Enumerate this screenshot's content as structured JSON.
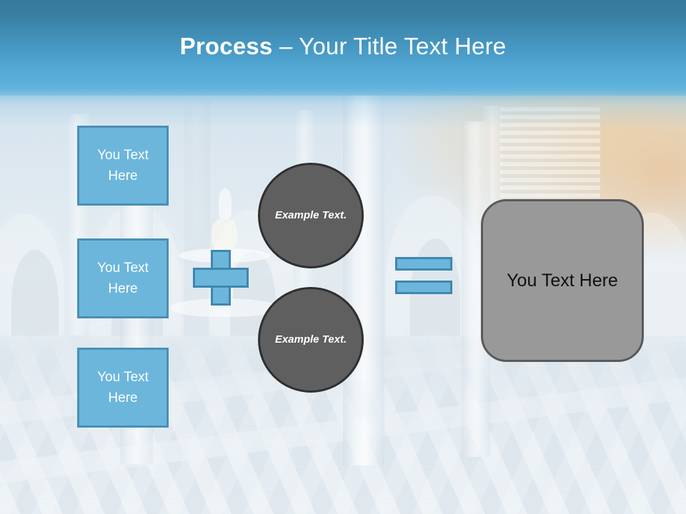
{
  "slide": {
    "title": {
      "bold_part": "Process",
      "regular_part": " – Your Title Text Here"
    }
  },
  "inputs": {
    "boxes": [
      {
        "label": "You Text Here"
      },
      {
        "label": "You Text Here"
      },
      {
        "label": "You Text Here"
      }
    ]
  },
  "operators": {
    "plus": "+",
    "equals": "="
  },
  "middle": {
    "circles": [
      {
        "label": "Example Text."
      },
      {
        "label": "Example Text."
      }
    ]
  },
  "result": {
    "label": "You Text Here"
  },
  "colors": {
    "header_top": "#35799b",
    "header_bottom": "#5fb3dd",
    "accent_blue": "#6cb6dc",
    "accent_blue_border": "#4a8fb5",
    "circle_gray": "#5f5f5f",
    "circle_border": "#2f2f2f",
    "result_gray": "#999999",
    "result_border": "#5a5a5a",
    "title_text": "#ffffff",
    "box_text": "#ffffff",
    "result_text": "#111111"
  }
}
